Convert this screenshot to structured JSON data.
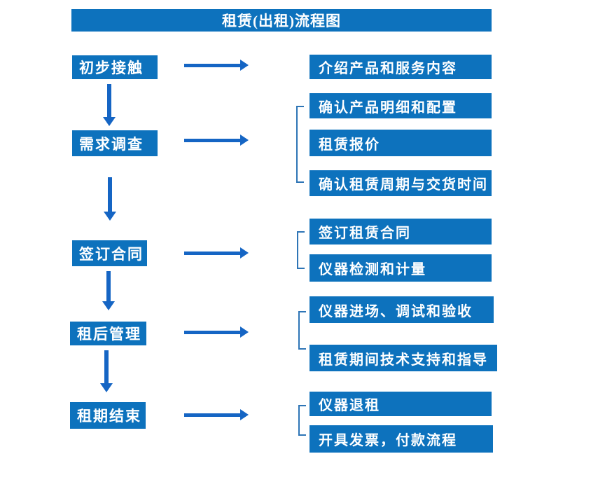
{
  "title": "租赁(出租)流程图",
  "colors": {
    "box_fill": "#0d72bd",
    "arrow": "#1565c4",
    "bracket": "#2e75b6",
    "box_text": "#ffffff",
    "background": "#ffffff"
  },
  "steps": [
    {
      "label": "初步接触",
      "details": [
        "介绍产品和服务内容"
      ]
    },
    {
      "label": "需求调查",
      "details": [
        "确认产品明细和配置",
        "租赁报价",
        "确认租赁周期与交货时间"
      ]
    },
    {
      "label": "签订合同",
      "details": [
        "签订租赁合同",
        "仪器检测和计量"
      ]
    },
    {
      "label": "租后管理",
      "details": [
        "仪器进场、调试和验收",
        "租赁期间技术支持和指导"
      ]
    },
    {
      "label": "租期结束",
      "details": [
        "仪器退租",
        "开具发票，付款流程"
      ]
    }
  ]
}
